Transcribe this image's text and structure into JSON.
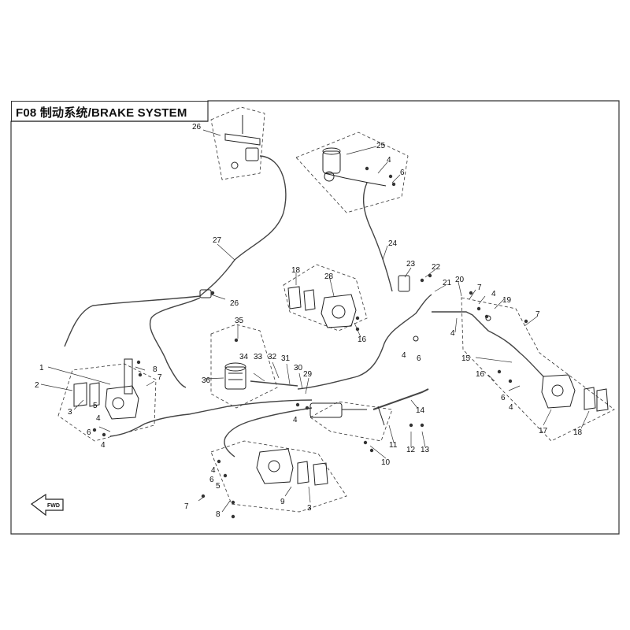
{
  "diagram": {
    "title": "F08 制动系统/BRAKE SYSTEM",
    "fwd_label": "FWD"
  },
  "callouts": [
    {
      "id": "c26a",
      "label": "26"
    },
    {
      "id": "c25",
      "label": "25"
    },
    {
      "id": "c4a",
      "label": "4"
    },
    {
      "id": "c6a",
      "label": "6"
    },
    {
      "id": "c27",
      "label": "27"
    },
    {
      "id": "c24",
      "label": "24"
    },
    {
      "id": "c23",
      "label": "23"
    },
    {
      "id": "c22",
      "label": "22"
    },
    {
      "id": "c21",
      "label": "21"
    },
    {
      "id": "c20",
      "label": "20"
    },
    {
      "id": "c18a",
      "label": "18"
    },
    {
      "id": "c28",
      "label": "28"
    },
    {
      "id": "c26b",
      "label": "26"
    },
    {
      "id": "c35",
      "label": "35"
    },
    {
      "id": "c16a",
      "label": "16"
    },
    {
      "id": "c7a",
      "label": "7"
    },
    {
      "id": "c4b",
      "label": "4"
    },
    {
      "id": "c19",
      "label": "19"
    },
    {
      "id": "c7b",
      "label": "7"
    },
    {
      "id": "c4c",
      "label": "4"
    },
    {
      "id": "c4d",
      "label": "4"
    },
    {
      "id": "c6b",
      "label": "6"
    },
    {
      "id": "c15",
      "label": "15"
    },
    {
      "id": "c34",
      "label": "34"
    },
    {
      "id": "c33",
      "label": "33"
    },
    {
      "id": "c32",
      "label": "32"
    },
    {
      "id": "c31",
      "label": "31"
    },
    {
      "id": "c30",
      "label": "30"
    },
    {
      "id": "c29",
      "label": "29"
    },
    {
      "id": "c36",
      "label": "36"
    },
    {
      "id": "c1",
      "label": "1"
    },
    {
      "id": "c8a",
      "label": "8"
    },
    {
      "id": "c7c",
      "label": "7"
    },
    {
      "id": "c2",
      "label": "2"
    },
    {
      "id": "c3a",
      "label": "3"
    },
    {
      "id": "c5",
      "label": "5"
    },
    {
      "id": "c4e",
      "label": "4"
    },
    {
      "id": "c6c",
      "label": "6"
    },
    {
      "id": "c4f",
      "label": "4"
    },
    {
      "id": "c4g",
      "label": "4"
    },
    {
      "id": "c16b",
      "label": "16"
    },
    {
      "id": "c6d",
      "label": "6"
    },
    {
      "id": "c4h",
      "label": "4"
    },
    {
      "id": "c17",
      "label": "17"
    },
    {
      "id": "c18b",
      "label": "18"
    },
    {
      "id": "c14",
      "label": "14"
    },
    {
      "id": "c11",
      "label": "11"
    },
    {
      "id": "c12",
      "label": "12"
    },
    {
      "id": "c13",
      "label": "13"
    },
    {
      "id": "c10",
      "label": "10"
    },
    {
      "id": "c4i",
      "label": "4"
    },
    {
      "id": "c6e",
      "label": "6"
    },
    {
      "id": "c5b",
      "label": "5"
    },
    {
      "id": "c9",
      "label": "9"
    },
    {
      "id": "c3b",
      "label": "3"
    },
    {
      "id": "c7d",
      "label": "7"
    },
    {
      "id": "c8b",
      "label": "8"
    }
  ]
}
